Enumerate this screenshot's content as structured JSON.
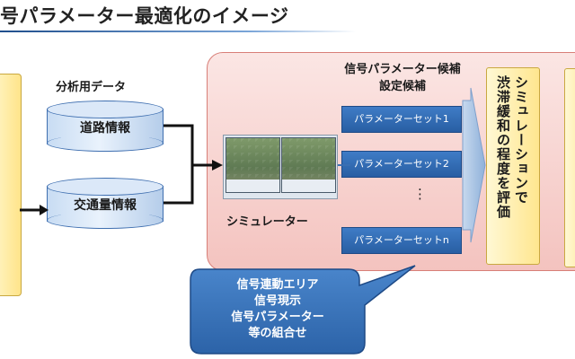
{
  "title": "号パラメーター最適化のイメージ",
  "analysis_data": {
    "label": "分析用データ",
    "items": [
      "道路情報",
      "交通量情報"
    ]
  },
  "candidates_header": {
    "line1": "信号パラメーター候補",
    "line2": "設定候補"
  },
  "parameter_sets": [
    "パラメーターセット1",
    "パラメーターセット2",
    "パラメーターセットn"
  ],
  "ellipsis": "⋮",
  "simulator_label": "シミュレーター",
  "evaluation_box": {
    "col1": "シミュレーションで",
    "col2": "渋滞緩和の程度を評価"
  },
  "callout": {
    "lines": [
      "信号連動エリア",
      "信号現示",
      "信号パラメーター",
      "等の組合せ"
    ]
  },
  "colors": {
    "panel_fill": "#f4c3bf",
    "param_set_fill": "#3077c6",
    "callout_fill": "#3b76bd",
    "eval_fill": "#ffe68f"
  }
}
